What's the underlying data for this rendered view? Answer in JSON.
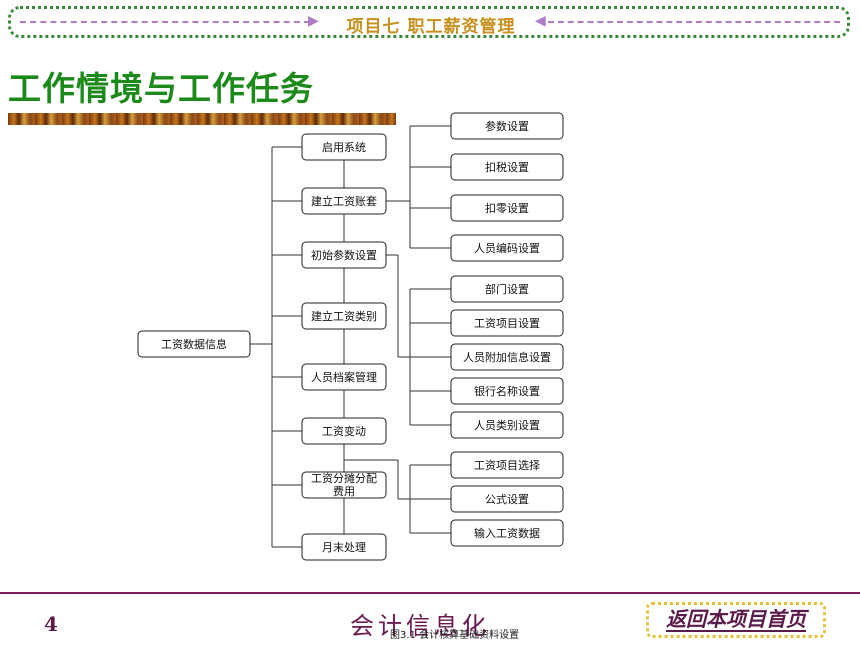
{
  "header": {
    "title": "项目七  职工薪资管理"
  },
  "page_title": "工作情境与工作任务",
  "diagram": {
    "root": "工资数据信息",
    "steps": [
      "启用系统",
      "建立工资账套",
      "初始参数设置",
      "建立工资类别",
      "人员档案管理",
      "工资变动",
      "工资分摊分配费用",
      "月末处理"
    ],
    "group_account": [
      "参数设置",
      "扣税设置",
      "扣零设置",
      "人员编码设置"
    ],
    "group_init": [
      "部门设置",
      "工资项目设置",
      "人员附加信息设置",
      "银行名称设置",
      "人员类别设置"
    ],
    "group_change": [
      "工资项目选择",
      "公式设置",
      "输入工资数据"
    ]
  },
  "footer": {
    "page_number": "4",
    "title": "会计信息化",
    "caption": "图3.1 会计核算基础资料设置",
    "back_label": "返回本项目首页"
  },
  "colors": {
    "title_green": "#1b8a1b",
    "header_gold": "#c8901e",
    "footer_purple": "#6a1a50"
  }
}
